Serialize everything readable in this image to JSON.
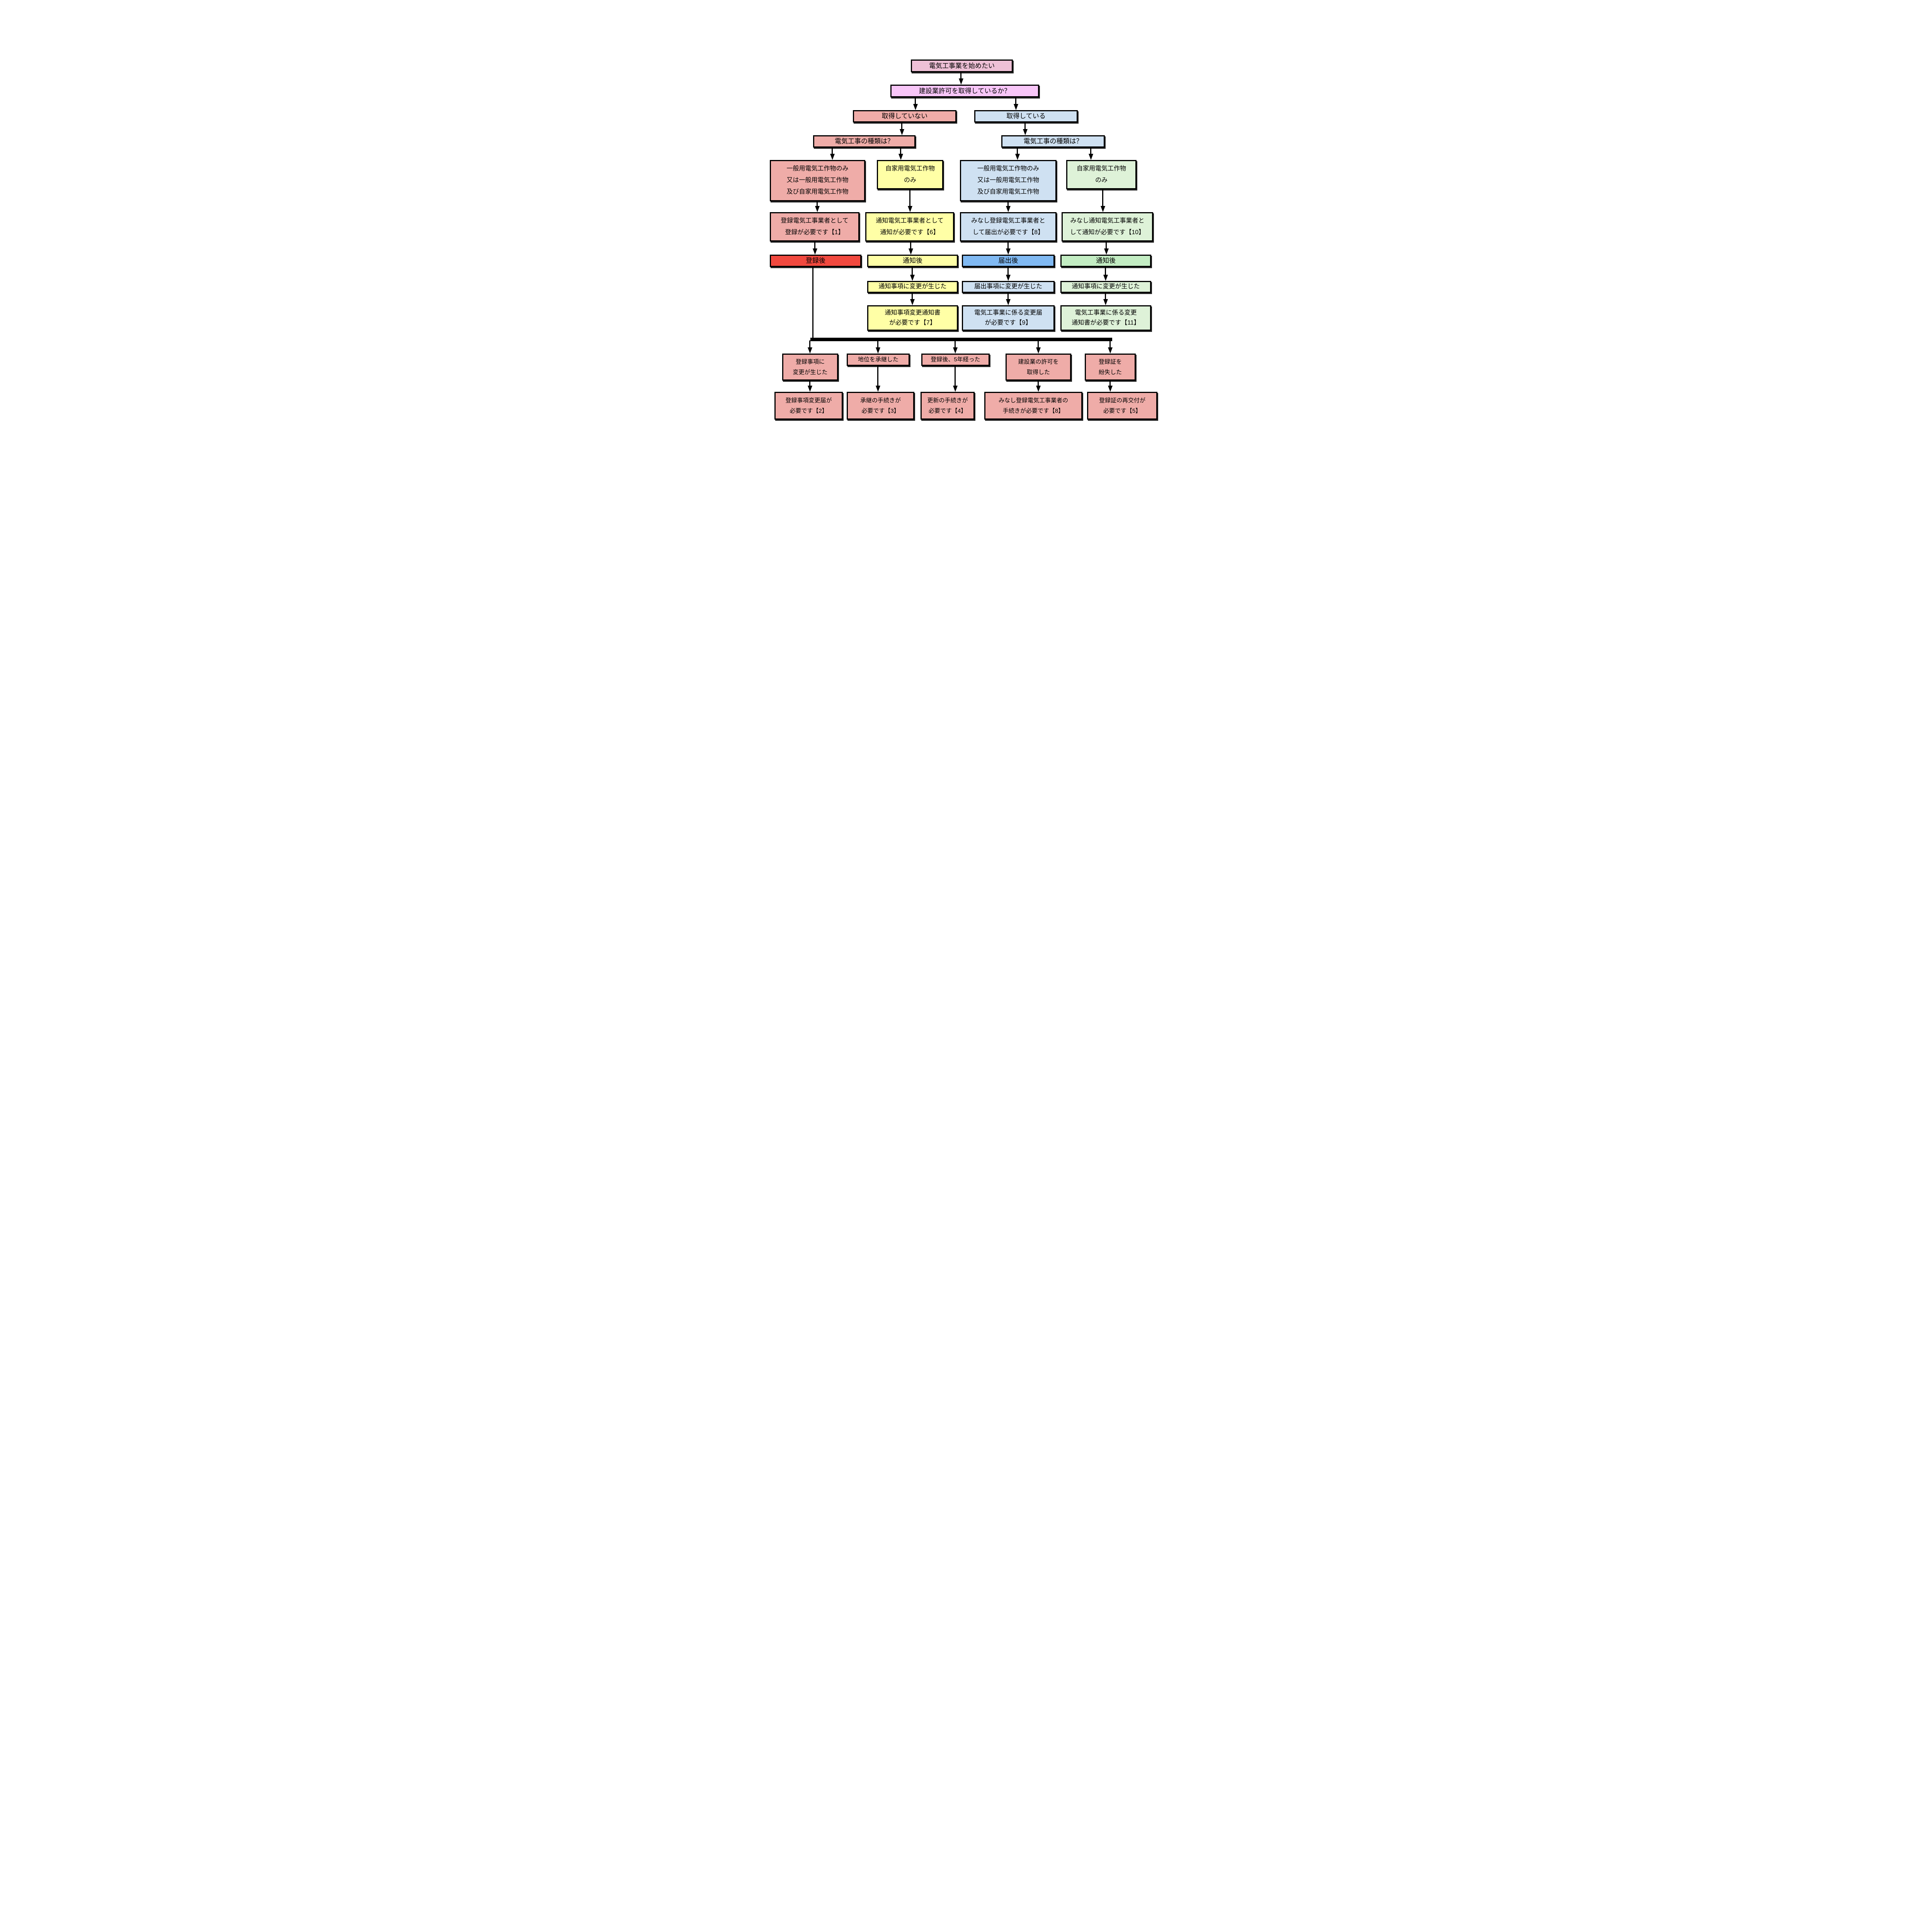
{
  "colors": {
    "start_pink": "#eec0d6",
    "magenta": "#f8c6f8",
    "salmon": "#efaca8",
    "light_blue": "#cfe1f2",
    "yellow": "#ffffa6",
    "light_green": "#def2d8",
    "red": "#f1493f",
    "blue": "#80b9f2",
    "green": "#c3edc3"
  },
  "nodes": {
    "start": {
      "label": "電気工事業を始めたい"
    },
    "question_permit": {
      "label": "建設業許可を取得しているか？"
    },
    "not_acquired": {
      "label": "取得していない"
    },
    "acquired": {
      "label": "取得している"
    },
    "work_type_left": {
      "label": "電気工事の種類は？"
    },
    "work_type_right": {
      "label": "電気工事の種類は？"
    },
    "general_or_both_left": {
      "lines": [
        "一般用電気工作物のみ",
        "又は一般用電気工作物",
        "及び自家用電気工作物"
      ]
    },
    "private_only_left": {
      "lines": [
        "自家用電気工作物",
        "のみ"
      ]
    },
    "general_or_both_right": {
      "lines": [
        "一般用電気工作物のみ",
        "又は一般用電気工作物",
        "及び自家用電気工作物"
      ]
    },
    "private_only_right": {
      "lines": [
        "自家用電気工作物",
        "のみ"
      ]
    },
    "registered_contractor": {
      "lines": [
        "登録電気工事業者として",
        "登録が必要です【1】"
      ]
    },
    "notified_contractor": {
      "lines": [
        "通知電気工事業者として",
        "通知が必要です【6】"
      ]
    },
    "deemed_registered_contractor": {
      "lines": [
        "みなし登録電気工事業者と",
        "して届出が必要です【8】"
      ]
    },
    "deemed_notified_contractor": {
      "lines": [
        "みなし通知電気工事業者と",
        "して通知が必要です【10】"
      ]
    },
    "after_registration": {
      "label": "登録後"
    },
    "after_notice_left": {
      "label": "通知後"
    },
    "after_filing": {
      "label": "届出後"
    },
    "after_notice_right": {
      "label": "通知後"
    },
    "notice_item_changed_left": {
      "label": "通知事項に変更が生じた"
    },
    "filing_item_changed": {
      "label": "届出事項に変更が生じた"
    },
    "notice_item_changed_right": {
      "label": "通知事項に変更が生じた"
    },
    "notice_change_form": {
      "lines": [
        "通知事項変更通知書",
        "が必要です【7】"
      ]
    },
    "filing_change_form": {
      "lines": [
        "電気工事業に係る変更届",
        "が必要です【9】"
      ]
    },
    "notice_change_form_2": {
      "lines": [
        "電気工事業に係る変更",
        "通知書が必要です【11】"
      ]
    },
    "registration_item_changed": {
      "lines": [
        "登録事項に",
        "変更が生じた"
      ]
    },
    "position_succeeded": {
      "label": "地位を承継した"
    },
    "five_years_passed": {
      "label": "登録後、5年経った"
    },
    "got_construction_permit": {
      "lines": [
        "建設業の許可を",
        "取得した"
      ]
    },
    "lost_certificate": {
      "lines": [
        "登録証を",
        "紛失した"
      ]
    },
    "registration_change_form": {
      "lines": [
        "登録事項変更届が",
        "必要です【2】"
      ]
    },
    "succession_procedure": {
      "lines": [
        "承継の手続きが",
        "必要です【3】"
      ]
    },
    "renewal_procedure": {
      "lines": [
        "更新の手続きが",
        "必要です【4】"
      ]
    },
    "deemed_registration_procedure": {
      "lines": [
        "みなし登録電気工事業者の",
        "手続きが必要です【8】"
      ]
    },
    "reissue_procedure": {
      "lines": [
        "登録証の再交付が",
        "必要です【5】"
      ]
    }
  }
}
